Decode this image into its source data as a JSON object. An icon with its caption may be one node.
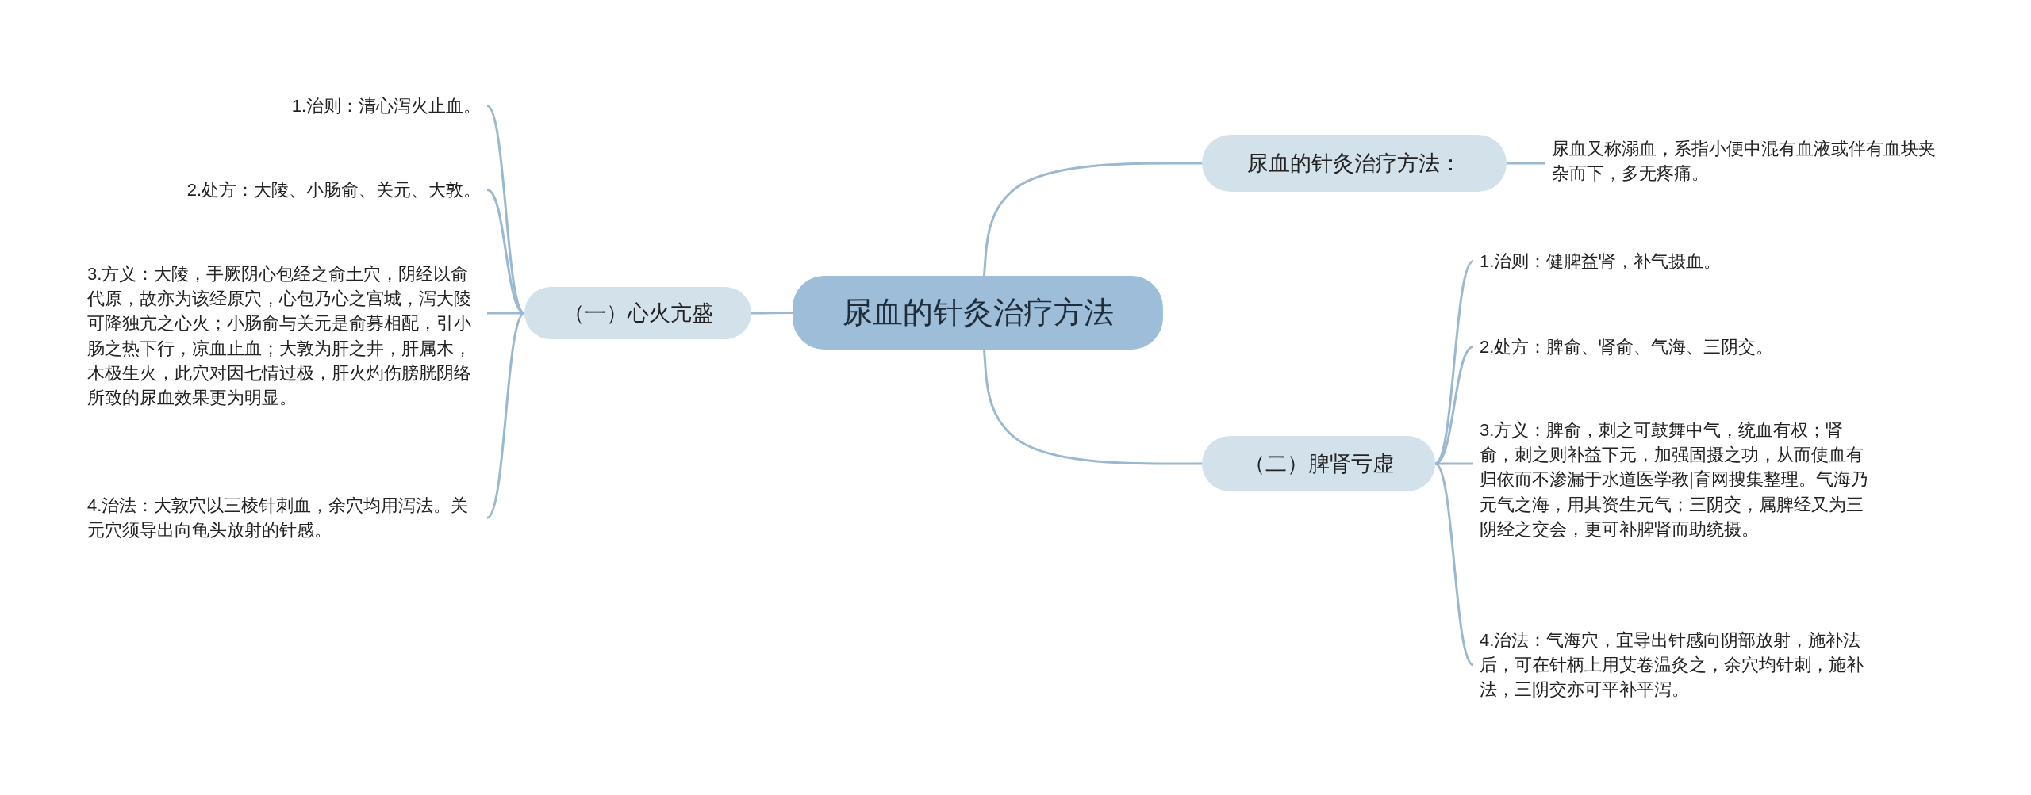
{
  "diagram": {
    "nodes": [
      {
        "text": [
          "尿血的针灸治疗方法"
        ]
      },
      {
        "text": [
          "（一）心火亢盛"
        ]
      },
      {
        "text": [
          "1.治则：清心泻火止血。"
        ]
      },
      {
        "text": [
          "2.处方：大陵、小肠俞、关元、大敦。"
        ]
      },
      {
        "text": [
          "3.方义：大陵，手厥阴心包经之俞土穴，阴经以俞代原，故亦为该经原穴，心包乃心之宫城，泻大陵可降独亢之心火；小肠俞与关元是俞募相配，引小肠之热下行，凉血止血；大敦为肝之井，肝属木，木极生火，此穴对因七情过极，肝火灼伤膀胱阴络所致的尿血效果更为明显。"
        ]
      },
      {
        "text": [
          "4.治法：大敦穴以三棱针刺血，余穴均用泻法。关元穴须导出向龟头放射的针感。"
        ]
      },
      {
        "text": [
          "尿血的针灸治疗方法："
        ]
      },
      {
        "text": [
          "尿血又称溺血，系指小便中混有血液或伴有血块夹杂而下，多无疼痛。"
        ]
      },
      {
        "text": [
          "（二）脾肾亏虚"
        ]
      },
      {
        "text": [
          "1.治则：健脾益肾，补气摄血。"
        ]
      },
      {
        "text": [
          "2.处方：脾俞、肾俞、气海、三阴交。"
        ]
      },
      {
        "text": [
          "3.方义：脾俞，刺之可鼓舞中气，统血有权；肾俞，刺之则补益下元，加强固摄之功，从而使血有归依而不渗漏于水道医学教|育网搜集整理。气海乃元气之海，用其资生元气；三阴交，属脾经又为三阴经之交会，更可补脾肾而助统摄。"
        ]
      },
      {
        "text": [
          "4.治法：气海穴，宜导出针感向阴部放射，施补法后，可在针柄上用艾卷温灸之，余穴均针刺，施补法，三阴交亦可平补平泻。"
        ]
      }
    ],
    "edges": [
      {
        "from": 0,
        "to": 1,
        "arrow": "none"
      },
      {
        "from": 1,
        "to": 2,
        "arrow": "none"
      },
      {
        "from": 1,
        "to": 3,
        "arrow": "none"
      },
      {
        "from": 1,
        "to": 4,
        "arrow": "none"
      },
      {
        "from": 1,
        "to": 5,
        "arrow": "none"
      },
      {
        "from": 0,
        "to": 6,
        "arrow": "none"
      },
      {
        "from": 6,
        "to": 7,
        "arrow": "none"
      },
      {
        "from": 0,
        "to": 8,
        "arrow": "none"
      },
      {
        "from": 8,
        "to": 9,
        "arrow": "none"
      },
      {
        "from": 8,
        "to": 10,
        "arrow": "none"
      },
      {
        "from": 8,
        "to": 11,
        "arrow": "none"
      },
      {
        "from": 8,
        "to": 12,
        "arrow": "none"
      }
    ]
  }
}
